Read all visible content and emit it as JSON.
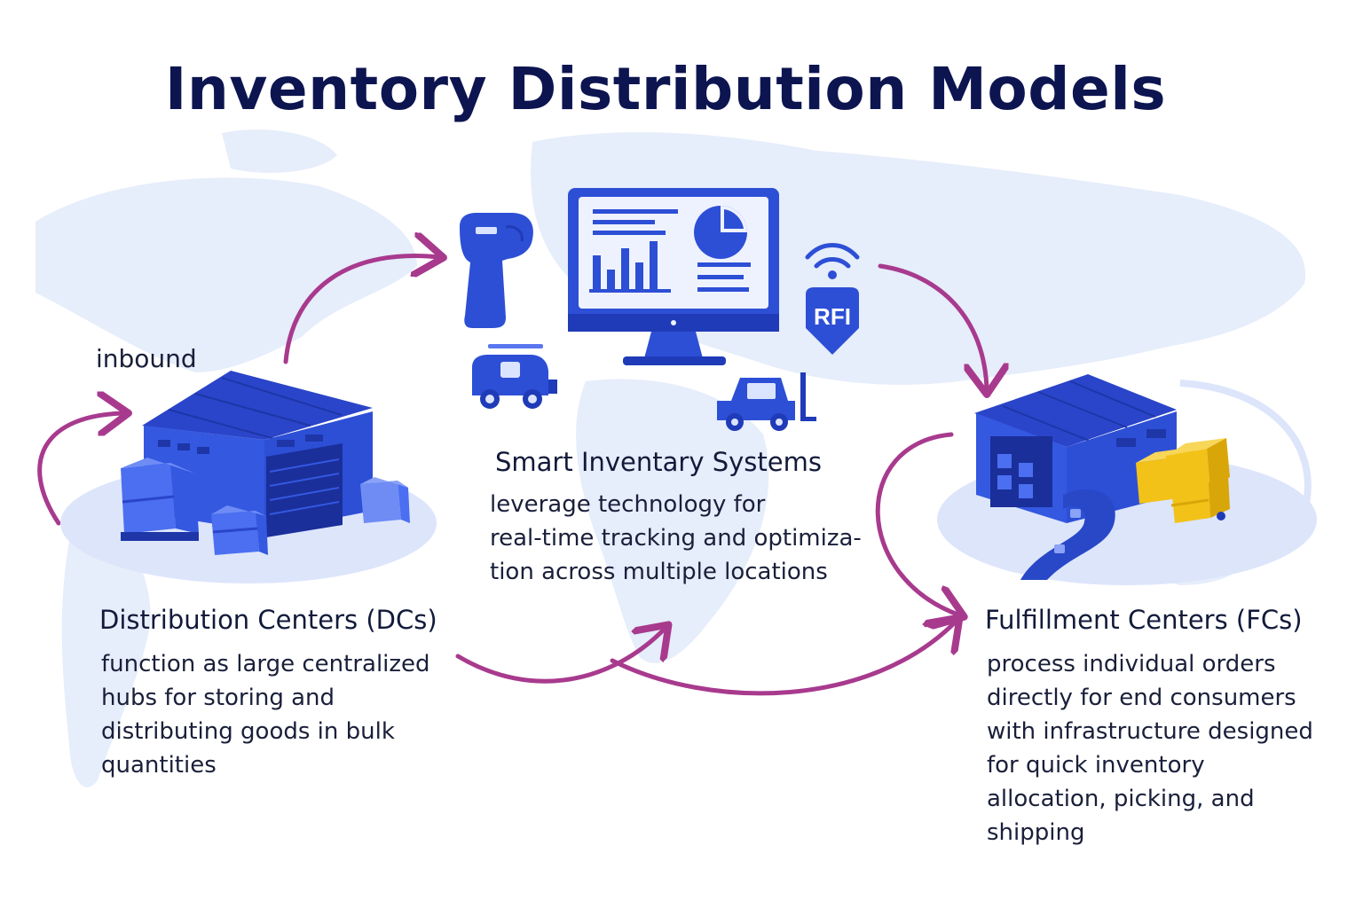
{
  "title": "Inventory Distribution Models",
  "inbound_label": "inbound",
  "center": {
    "heading": "Smart Inventary Systems",
    "lines": [
      "leverage technology for",
      "real-time tracking and optimiza-",
      "tion across multiple locations"
    ]
  },
  "left": {
    "heading": "Distribution Centers (DCs)",
    "lines": [
      "function as large centralized",
      "hubs for storing and",
      "distributing goods in bulk",
      "quantities"
    ]
  },
  "right": {
    "heading": "Fulfillment Centers (FCs)",
    "lines": [
      "process individual orders",
      "directly for end consumers",
      "with infrastructure designed",
      "for quick inventory",
      "allocation, picking, and",
      "shipping"
    ]
  },
  "rfid_label": "RFI",
  "colors": {
    "title": "#0d1550",
    "icon_blue": "#2d4fd6",
    "icon_dark": "#1f3bb8",
    "arrow": "#a83a8e",
    "box_yellow": "#f2c218",
    "map": "#e4ecfb"
  }
}
